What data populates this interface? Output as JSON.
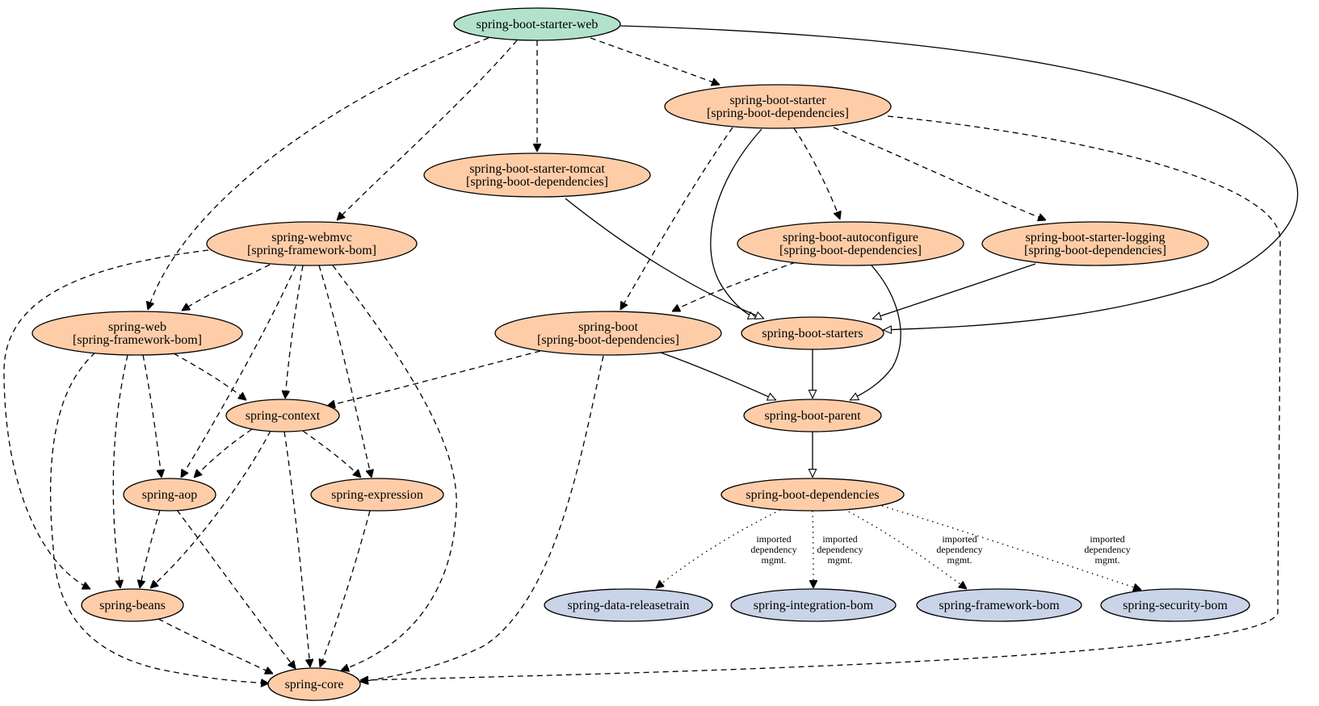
{
  "colors": {
    "root": "#b2e2cc",
    "internal": "#fecda8",
    "bom": "#cad4e8",
    "stroke": "#000000",
    "background": "#ffffff"
  },
  "nodes": {
    "starter_web": {
      "lines": [
        "spring-boot-starter-web"
      ],
      "kind": "root"
    },
    "boot_starter": {
      "lines": [
        "spring-boot-starter",
        "[spring-boot-dependencies]"
      ],
      "kind": "internal"
    },
    "starter_tomcat": {
      "lines": [
        "spring-boot-starter-tomcat",
        "[spring-boot-dependencies]"
      ],
      "kind": "internal"
    },
    "webmvc": {
      "lines": [
        "spring-webmvc",
        "[spring-framework-bom]"
      ],
      "kind": "internal"
    },
    "autoconfigure": {
      "lines": [
        "spring-boot-autoconfigure",
        "[spring-boot-dependencies]"
      ],
      "kind": "internal"
    },
    "starter_logging": {
      "lines": [
        "spring-boot-starter-logging",
        "[spring-boot-dependencies]"
      ],
      "kind": "internal"
    },
    "web": {
      "lines": [
        "spring-web",
        "[spring-framework-bom]"
      ],
      "kind": "internal"
    },
    "boot": {
      "lines": [
        "spring-boot",
        "[spring-boot-dependencies]"
      ],
      "kind": "internal"
    },
    "starters": {
      "lines": [
        "spring-boot-starters"
      ],
      "kind": "internal"
    },
    "context": {
      "lines": [
        "spring-context"
      ],
      "kind": "internal"
    },
    "parent": {
      "lines": [
        "spring-boot-parent"
      ],
      "kind": "internal"
    },
    "aop": {
      "lines": [
        "spring-aop"
      ],
      "kind": "internal"
    },
    "expression": {
      "lines": [
        "spring-expression"
      ],
      "kind": "internal"
    },
    "dependencies": {
      "lines": [
        "spring-boot-dependencies"
      ],
      "kind": "internal"
    },
    "beans": {
      "lines": [
        "spring-beans"
      ],
      "kind": "internal"
    },
    "data_releasetrain": {
      "lines": [
        "spring-data-releasetrain"
      ],
      "kind": "bom"
    },
    "integration_bom": {
      "lines": [
        "spring-integration-bom"
      ],
      "kind": "bom"
    },
    "framework_bom": {
      "lines": [
        "spring-framework-bom"
      ],
      "kind": "bom"
    },
    "security_bom": {
      "lines": [
        "spring-security-bom"
      ],
      "kind": "bom"
    },
    "core": {
      "lines": [
        "spring-core"
      ],
      "kind": "internal"
    }
  },
  "edges": [
    {
      "from": "starter_web",
      "to": "boot_starter",
      "style": "dashed",
      "arrow": "filled"
    },
    {
      "from": "starter_web",
      "to": "starter_tomcat",
      "style": "dashed",
      "arrow": "filled"
    },
    {
      "from": "starter_web",
      "to": "webmvc",
      "style": "dashed",
      "arrow": "filled"
    },
    {
      "from": "starter_web",
      "to": "web",
      "style": "dashed",
      "arrow": "filled"
    },
    {
      "from": "starter_web",
      "to": "starters",
      "style": "solid",
      "arrow": "hollow"
    },
    {
      "from": "boot_starter",
      "to": "autoconfigure",
      "style": "dashed",
      "arrow": "filled"
    },
    {
      "from": "boot_starter",
      "to": "starter_logging",
      "style": "dashed",
      "arrow": "filled"
    },
    {
      "from": "boot_starter",
      "to": "boot",
      "style": "dashed",
      "arrow": "filled"
    },
    {
      "from": "boot_starter",
      "to": "starters",
      "style": "solid",
      "arrow": "hollow"
    },
    {
      "from": "boot_starter",
      "to": "core",
      "style": "dashed",
      "arrow": "filled"
    },
    {
      "from": "starter_tomcat",
      "to": "starters",
      "style": "solid",
      "arrow": "hollow"
    },
    {
      "from": "autoconfigure",
      "to": "boot",
      "style": "dashed",
      "arrow": "filled"
    },
    {
      "from": "autoconfigure",
      "to": "parent",
      "style": "solid",
      "arrow": "hollow"
    },
    {
      "from": "starter_logging",
      "to": "starters",
      "style": "solid",
      "arrow": "hollow"
    },
    {
      "from": "starters",
      "to": "parent",
      "style": "solid",
      "arrow": "hollow"
    },
    {
      "from": "boot",
      "to": "parent",
      "style": "solid",
      "arrow": "hollow"
    },
    {
      "from": "boot",
      "to": "context",
      "style": "dashed",
      "arrow": "filled"
    },
    {
      "from": "boot",
      "to": "core",
      "style": "dashed",
      "arrow": "filled"
    },
    {
      "from": "parent",
      "to": "dependencies",
      "style": "solid",
      "arrow": "hollow"
    },
    {
      "from": "webmvc",
      "to": "web",
      "style": "dashed",
      "arrow": "filled"
    },
    {
      "from": "webmvc",
      "to": "context",
      "style": "dashed",
      "arrow": "filled"
    },
    {
      "from": "webmvc",
      "to": "aop",
      "style": "dashed",
      "arrow": "filled"
    },
    {
      "from": "webmvc",
      "to": "expression",
      "style": "dashed",
      "arrow": "filled"
    },
    {
      "from": "webmvc",
      "to": "beans",
      "style": "dashed",
      "arrow": "filled"
    },
    {
      "from": "webmvc",
      "to": "core",
      "style": "dashed",
      "arrow": "filled"
    },
    {
      "from": "web",
      "to": "context",
      "style": "dashed",
      "arrow": "filled"
    },
    {
      "from": "web",
      "to": "aop",
      "style": "dashed",
      "arrow": "filled"
    },
    {
      "from": "web",
      "to": "beans",
      "style": "dashed",
      "arrow": "filled"
    },
    {
      "from": "web",
      "to": "core",
      "style": "dashed",
      "arrow": "filled"
    },
    {
      "from": "context",
      "to": "aop",
      "style": "dashed",
      "arrow": "filled"
    },
    {
      "from": "context",
      "to": "expression",
      "style": "dashed",
      "arrow": "filled"
    },
    {
      "from": "context",
      "to": "beans",
      "style": "dashed",
      "arrow": "filled"
    },
    {
      "from": "context",
      "to": "core",
      "style": "dashed",
      "arrow": "filled"
    },
    {
      "from": "aop",
      "to": "beans",
      "style": "dashed",
      "arrow": "filled"
    },
    {
      "from": "aop",
      "to": "core",
      "style": "dashed",
      "arrow": "filled"
    },
    {
      "from": "expression",
      "to": "core",
      "style": "dashed",
      "arrow": "filled"
    },
    {
      "from": "beans",
      "to": "core",
      "style": "dashed",
      "arrow": "filled"
    },
    {
      "from": "dependencies",
      "to": "data_releasetrain",
      "style": "dotted",
      "arrow": "filled",
      "label": [
        "imported",
        "dependency",
        "mgmt."
      ]
    },
    {
      "from": "dependencies",
      "to": "integration_bom",
      "style": "dotted",
      "arrow": "filled",
      "label": [
        "imported",
        "dependency",
        "mgmt."
      ]
    },
    {
      "from": "dependencies",
      "to": "framework_bom",
      "style": "dotted",
      "arrow": "filled",
      "label": [
        "imported",
        "dependency",
        "mgmt."
      ]
    },
    {
      "from": "dependencies",
      "to": "security_bom",
      "style": "dotted",
      "arrow": "filled",
      "label": [
        "imported",
        "dependency",
        "mgmt."
      ]
    }
  ]
}
